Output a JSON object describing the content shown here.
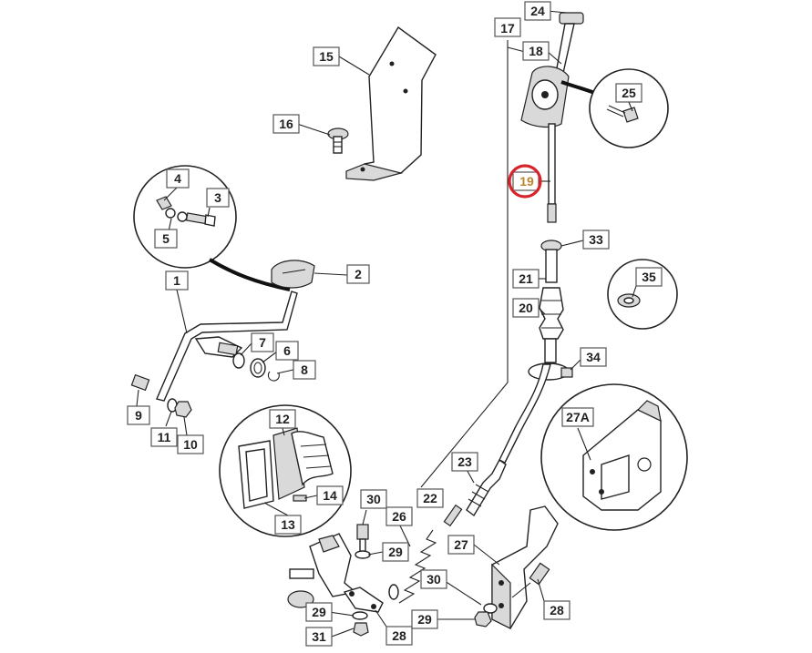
{
  "diagram": {
    "highlight_color": "#d9232a",
    "highlight_label_color": "#b8862b",
    "highlighted_part": "19",
    "labels": {
      "p1": "1",
      "p2": "2",
      "p3": "3",
      "p4": "4",
      "p5": "5",
      "p6": "6",
      "p7": "7",
      "p8": "8",
      "p9": "9",
      "p10": "10",
      "p11": "11",
      "p12": "12",
      "p13": "13",
      "p14": "14",
      "p15": "15",
      "p16": "16",
      "p17": "17",
      "p18": "18",
      "p19": "19",
      "p20": "20",
      "p21": "21",
      "p22": "22",
      "p23": "23",
      "p24": "24",
      "p25": "25",
      "p26": "26",
      "p27": "27",
      "p27a": "27A",
      "p28a": "28",
      "p28b": "28",
      "p29a": "29",
      "p29b": "29",
      "p29c": "29",
      "p30a": "30",
      "p30b": "30",
      "p31": "31",
      "p33": "33",
      "p34": "34",
      "p35": "35"
    }
  }
}
